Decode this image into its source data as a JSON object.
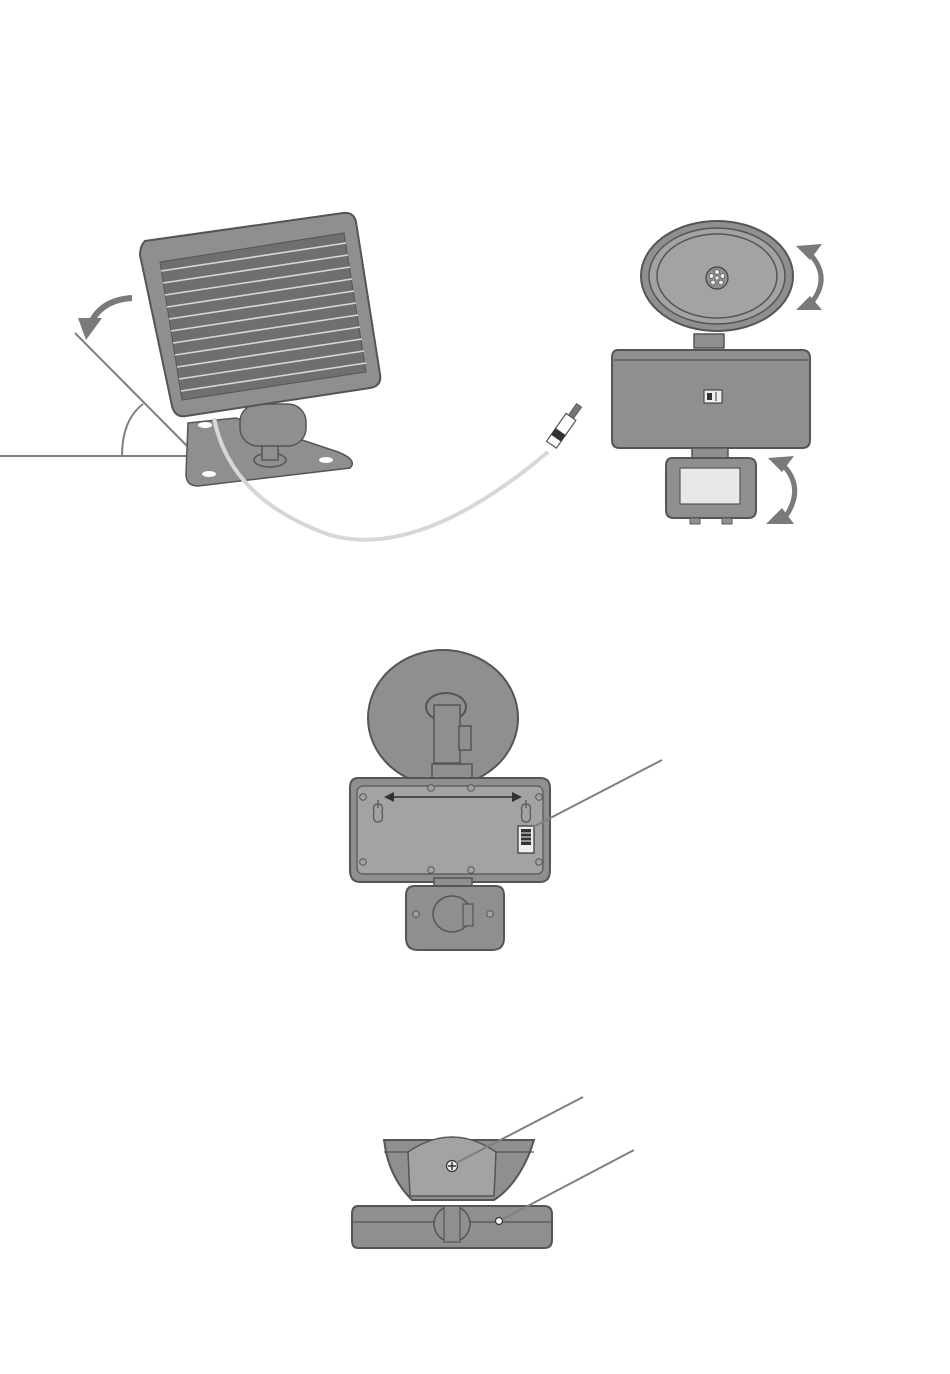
{
  "figures": [
    {
      "id": "solar-panel-mounting",
      "icon": "solar-panel-icon"
    },
    {
      "id": "light-adjustment-front",
      "icon": "security-light-icon"
    },
    {
      "id": "light-back-mounting",
      "icon": "mounting-plate-icon"
    },
    {
      "id": "light-bottom-view",
      "icon": "screw-icon"
    }
  ],
  "colors": {
    "body_fill": "#8f8f8f",
    "body_fill_light": "#a3a3a3",
    "outline": "#555555",
    "arrow": "#7a7a7a",
    "line": "#7f7f7f",
    "cable": "#d7d7d7",
    "panel_cells": "#6f6f6f",
    "background": "#ffffff"
  }
}
